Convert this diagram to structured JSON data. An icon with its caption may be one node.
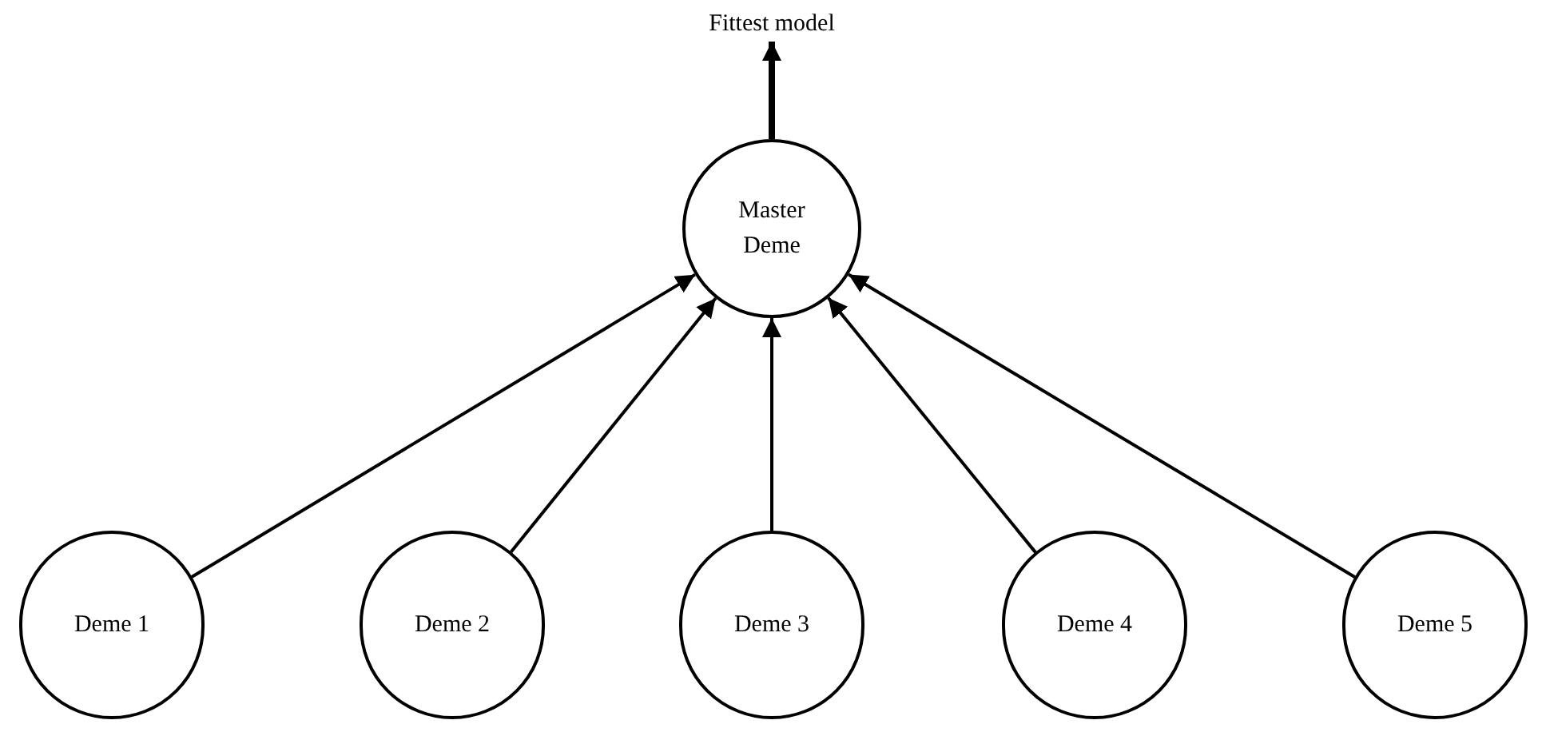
{
  "diagram": {
    "nodes": [
      {
        "text": [
          "Fittest model"
        ]
      },
      {
        "text": [
          "Master Deme"
        ]
      },
      {
        "text": [
          "Deme 1"
        ]
      },
      {
        "text": [
          "Deme 2"
        ]
      },
      {
        "text": [
          "Deme 3"
        ]
      },
      {
        "text": [
          "Deme 4"
        ]
      },
      {
        "text": [
          "Deme 5"
        ]
      }
    ],
    "edges": [
      {
        "from": 1,
        "to": 0,
        "arrow": "to",
        "style": "thick"
      },
      {
        "from": 2,
        "to": 1,
        "arrow": "to"
      },
      {
        "from": 3,
        "to": 1,
        "arrow": "to"
      },
      {
        "from": 4,
        "to": 1,
        "arrow": "to"
      },
      {
        "from": 5,
        "to": 1,
        "arrow": "to"
      },
      {
        "from": 6,
        "to": 1,
        "arrow": "to"
      }
    ]
  }
}
